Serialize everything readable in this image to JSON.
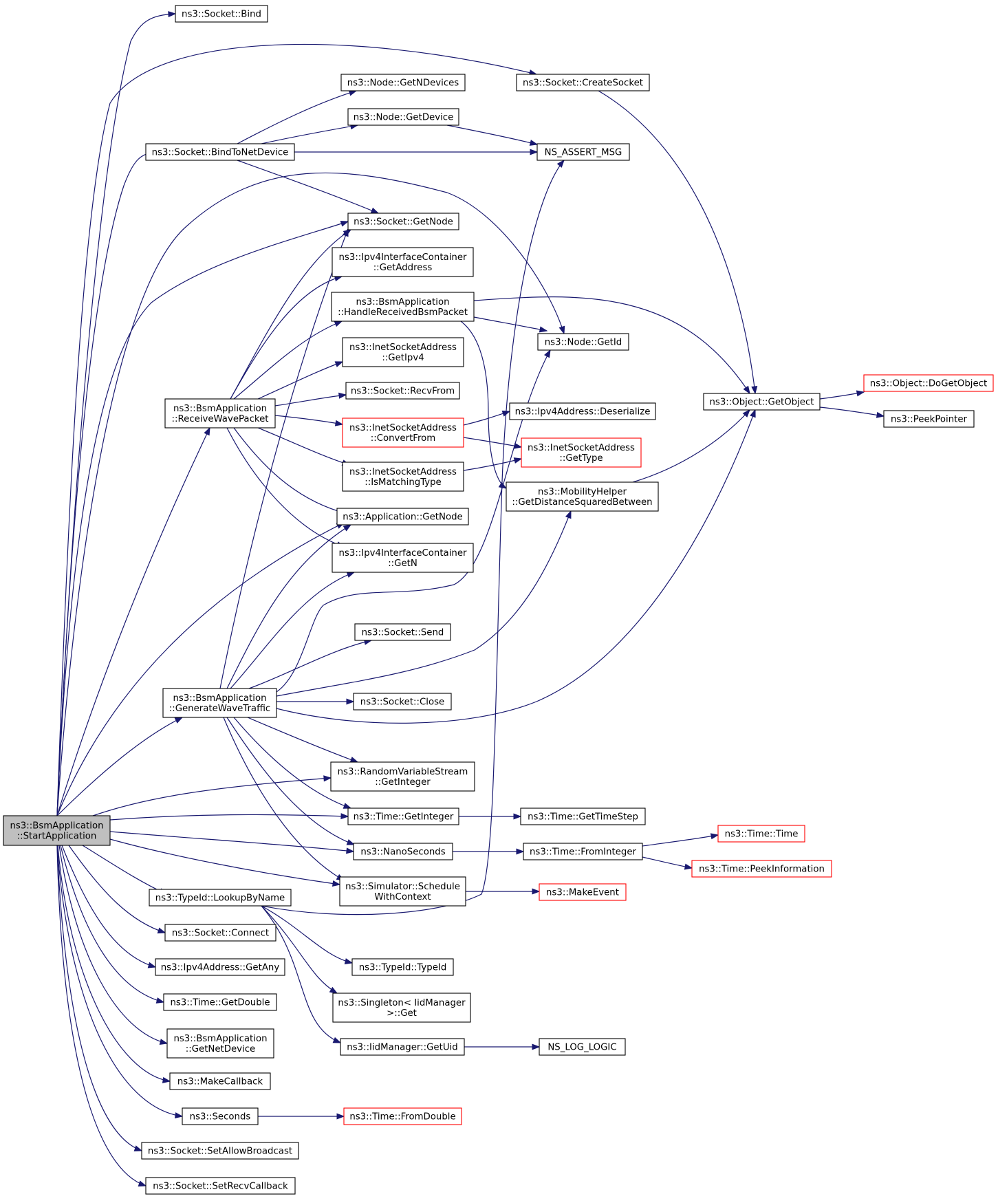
{
  "diagram": {
    "nodes": [
      {
        "id": "start",
        "lines": [
          "ns3::BsmApplication",
          "::StartApplication"
        ],
        "kind": "root"
      },
      {
        "id": "bind",
        "lines": [
          "ns3::Socket::Bind"
        ],
        "kind": "plain"
      },
      {
        "id": "createsocket",
        "lines": [
          "ns3::Socket::CreateSocket"
        ],
        "kind": "plain"
      },
      {
        "id": "getndevices",
        "lines": [
          "ns3::Node::GetNDevices"
        ],
        "kind": "plain"
      },
      {
        "id": "getdevice",
        "lines": [
          "ns3::Node::GetDevice"
        ],
        "kind": "plain"
      },
      {
        "id": "bindtonetdevice",
        "lines": [
          "ns3::Socket::BindToNetDevice"
        ],
        "kind": "plain"
      },
      {
        "id": "nsassertmsg",
        "lines": [
          "NS_ASSERT_MSG"
        ],
        "kind": "plain"
      },
      {
        "id": "socketgetnode",
        "lines": [
          "ns3::Socket::GetNode"
        ],
        "kind": "plain"
      },
      {
        "id": "ipv4getaddress",
        "lines": [
          "ns3::Ipv4InterfaceContainer",
          "::GetAddress"
        ],
        "kind": "plain"
      },
      {
        "id": "handlebsm",
        "lines": [
          "ns3::BsmApplication",
          "::HandleReceivedBsmPacket"
        ],
        "kind": "plain"
      },
      {
        "id": "nodegetid",
        "lines": [
          "ns3::Node::GetId"
        ],
        "kind": "plain"
      },
      {
        "id": "getipv4",
        "lines": [
          "ns3::InetSocketAddress",
          "::GetIpv4"
        ],
        "kind": "plain"
      },
      {
        "id": "recvfrom",
        "lines": [
          "ns3::Socket::RecvFrom"
        ],
        "kind": "plain"
      },
      {
        "id": "receivewave",
        "lines": [
          "ns3::BsmApplication",
          "::ReceiveWavePacket"
        ],
        "kind": "plain"
      },
      {
        "id": "convertfrom",
        "lines": [
          "ns3::InetSocketAddress",
          "::ConvertFrom"
        ],
        "kind": "trunc"
      },
      {
        "id": "deserialize",
        "lines": [
          "ns3::Ipv4Address::Deserialize"
        ],
        "kind": "plain"
      },
      {
        "id": "inetgettype",
        "lines": [
          "ns3::InetSocketAddress",
          "::GetType"
        ],
        "kind": "trunc"
      },
      {
        "id": "ismatching",
        "lines": [
          "ns3::InetSocketAddress",
          "::IsMatchingType"
        ],
        "kind": "plain"
      },
      {
        "id": "mobility",
        "lines": [
          "ns3::MobilityHelper",
          "::GetDistanceSquaredBetween"
        ],
        "kind": "plain"
      },
      {
        "id": "getobject",
        "lines": [
          "ns3::Object::GetObject"
        ],
        "kind": "plain"
      },
      {
        "id": "dogetobject",
        "lines": [
          "ns3::Object::DoGetObject"
        ],
        "kind": "trunc"
      },
      {
        "id": "peekpointer",
        "lines": [
          "ns3::PeekPointer"
        ],
        "kind": "plain"
      },
      {
        "id": "appgetnode",
        "lines": [
          "ns3::Application::GetNode"
        ],
        "kind": "plain"
      },
      {
        "id": "ipv4getn",
        "lines": [
          "ns3::Ipv4InterfaceContainer",
          "::GetN"
        ],
        "kind": "plain"
      },
      {
        "id": "send",
        "lines": [
          "ns3::Socket::Send"
        ],
        "kind": "plain"
      },
      {
        "id": "generatewave",
        "lines": [
          "ns3::BsmApplication",
          "::GenerateWaveTraffic"
        ],
        "kind": "plain"
      },
      {
        "id": "close",
        "lines": [
          "ns3::Socket::Close"
        ],
        "kind": "plain"
      },
      {
        "id": "rvsgetinteger",
        "lines": [
          "ns3::RandomVariableStream",
          "::GetInteger"
        ],
        "kind": "plain"
      },
      {
        "id": "timegetinteger",
        "lines": [
          "ns3::Time::GetInteger"
        ],
        "kind": "plain"
      },
      {
        "id": "gettimestep",
        "lines": [
          "ns3::Time::GetTimeStep"
        ],
        "kind": "plain"
      },
      {
        "id": "nanoseconds",
        "lines": [
          "ns3::NanoSeconds"
        ],
        "kind": "plain"
      },
      {
        "id": "frominteger",
        "lines": [
          "ns3::Time::FromInteger"
        ],
        "kind": "plain"
      },
      {
        "id": "timetime",
        "lines": [
          "ns3::Time::Time"
        ],
        "kind": "trunc"
      },
      {
        "id": "peekinformation",
        "lines": [
          "ns3::Time::PeekInformation"
        ],
        "kind": "trunc"
      },
      {
        "id": "schedule",
        "lines": [
          "ns3::Simulator::Schedule",
          "WithContext"
        ],
        "kind": "plain"
      },
      {
        "id": "makeevent",
        "lines": [
          "ns3::MakeEvent"
        ],
        "kind": "trunc"
      },
      {
        "id": "lookupbyname",
        "lines": [
          "ns3::TypeId::LookupByName"
        ],
        "kind": "plain"
      },
      {
        "id": "connect",
        "lines": [
          "ns3::Socket::Connect"
        ],
        "kind": "plain"
      },
      {
        "id": "typeidtypeid",
        "lines": [
          "ns3::TypeId::TypeId"
        ],
        "kind": "plain"
      },
      {
        "id": "getany",
        "lines": [
          "ns3::Ipv4Address::GetAny"
        ],
        "kind": "plain"
      },
      {
        "id": "singletonget",
        "lines": [
          "ns3::Singleton< IidManager",
          " >::Get"
        ],
        "kind": "plain"
      },
      {
        "id": "getdouble",
        "lines": [
          "ns3::Time::GetDouble"
        ],
        "kind": "plain"
      },
      {
        "id": "getnetdevice",
        "lines": [
          "ns3::BsmApplication",
          "::GetNetDevice"
        ],
        "kind": "plain"
      },
      {
        "id": "getuid",
        "lines": [
          "ns3::IidManager::GetUid"
        ],
        "kind": "plain"
      },
      {
        "id": "nslogic",
        "lines": [
          "NS_LOG_LOGIC"
        ],
        "kind": "plain"
      },
      {
        "id": "makecallback",
        "lines": [
          "ns3::MakeCallback"
        ],
        "kind": "plain"
      },
      {
        "id": "seconds",
        "lines": [
          "ns3::Seconds"
        ],
        "kind": "plain"
      },
      {
        "id": "fromdouble",
        "lines": [
          "ns3::Time::FromDouble"
        ],
        "kind": "trunc"
      },
      {
        "id": "setallowbroadcast",
        "lines": [
          "ns3::Socket::SetAllowBroadcast"
        ],
        "kind": "plain"
      },
      {
        "id": "setrecvcallback",
        "lines": [
          "ns3::Socket::SetRecvCallback"
        ],
        "kind": "plain"
      }
    ],
    "edges": [
      {
        "from": "start",
        "to": "bind"
      },
      {
        "from": "start",
        "to": "createsocket"
      },
      {
        "from": "start",
        "to": "bindtonetdevice"
      },
      {
        "from": "start",
        "to": "nodegetid"
      },
      {
        "from": "start",
        "to": "socketgetnode"
      },
      {
        "from": "start",
        "to": "receivewave"
      },
      {
        "from": "start",
        "to": "appgetnode"
      },
      {
        "from": "start",
        "to": "generatewave"
      },
      {
        "from": "start",
        "to": "rvsgetinteger"
      },
      {
        "from": "start",
        "to": "timegetinteger"
      },
      {
        "from": "start",
        "to": "nanoseconds"
      },
      {
        "from": "start",
        "to": "schedule"
      },
      {
        "from": "start",
        "to": "lookupbyname"
      },
      {
        "from": "start",
        "to": "connect"
      },
      {
        "from": "start",
        "to": "getany"
      },
      {
        "from": "start",
        "to": "getdouble"
      },
      {
        "from": "start",
        "to": "getnetdevice"
      },
      {
        "from": "start",
        "to": "makecallback"
      },
      {
        "from": "start",
        "to": "seconds"
      },
      {
        "from": "start",
        "to": "setallowbroadcast"
      },
      {
        "from": "start",
        "to": "setrecvcallback"
      },
      {
        "from": "bindtonetdevice",
        "to": "getndevices"
      },
      {
        "from": "bindtonetdevice",
        "to": "getdevice"
      },
      {
        "from": "bindtonetdevice",
        "to": "nsassertmsg"
      },
      {
        "from": "bindtonetdevice",
        "to": "socketgetnode"
      },
      {
        "from": "getdevice",
        "to": "nsassertmsg"
      },
      {
        "from": "createsocket",
        "to": "getobject"
      },
      {
        "from": "receivewave",
        "to": "socketgetnode"
      },
      {
        "from": "receivewave",
        "to": "ipv4getaddress"
      },
      {
        "from": "receivewave",
        "to": "handlebsm"
      },
      {
        "from": "receivewave",
        "to": "getipv4"
      },
      {
        "from": "receivewave",
        "to": "recvfrom"
      },
      {
        "from": "receivewave",
        "to": "convertfrom"
      },
      {
        "from": "receivewave",
        "to": "ismatching"
      },
      {
        "from": "receivewave",
        "to": "appgetnode"
      },
      {
        "from": "receivewave",
        "to": "ipv4getn"
      },
      {
        "from": "handlebsm",
        "to": "getobject"
      },
      {
        "from": "handlebsm",
        "to": "nodegetid"
      },
      {
        "from": "handlebsm",
        "to": "mobility"
      },
      {
        "from": "convertfrom",
        "to": "deserialize"
      },
      {
        "from": "convertfrom",
        "to": "inetgettype"
      },
      {
        "from": "ismatching",
        "to": "inetgettype"
      },
      {
        "from": "mobility",
        "to": "getobject"
      },
      {
        "from": "getobject",
        "to": "dogetobject"
      },
      {
        "from": "getobject",
        "to": "peekpointer"
      },
      {
        "from": "generatewave",
        "to": "socketgetnode"
      },
      {
        "from": "generatewave",
        "to": "appgetnode"
      },
      {
        "from": "generatewave",
        "to": "ipv4getn"
      },
      {
        "from": "generatewave",
        "to": "nodegetid"
      },
      {
        "from": "generatewave",
        "to": "send"
      },
      {
        "from": "generatewave",
        "to": "mobility"
      },
      {
        "from": "generatewave",
        "to": "close"
      },
      {
        "from": "generatewave",
        "to": "getobject"
      },
      {
        "from": "generatewave",
        "to": "rvsgetinteger"
      },
      {
        "from": "generatewave",
        "to": "timegetinteger"
      },
      {
        "from": "generatewave",
        "to": "nanoseconds"
      },
      {
        "from": "generatewave",
        "to": "schedule"
      },
      {
        "from": "timegetinteger",
        "to": "gettimestep"
      },
      {
        "from": "nanoseconds",
        "to": "frominteger"
      },
      {
        "from": "frominteger",
        "to": "timetime"
      },
      {
        "from": "frominteger",
        "to": "peekinformation"
      },
      {
        "from": "schedule",
        "to": "makeevent"
      },
      {
        "from": "lookupbyname",
        "to": "nsassertmsg"
      },
      {
        "from": "lookupbyname",
        "to": "typeidtypeid"
      },
      {
        "from": "lookupbyname",
        "to": "singletonget"
      },
      {
        "from": "lookupbyname",
        "to": "getuid"
      },
      {
        "from": "getuid",
        "to": "nslogic"
      },
      {
        "from": "seconds",
        "to": "fromdouble"
      }
    ]
  }
}
